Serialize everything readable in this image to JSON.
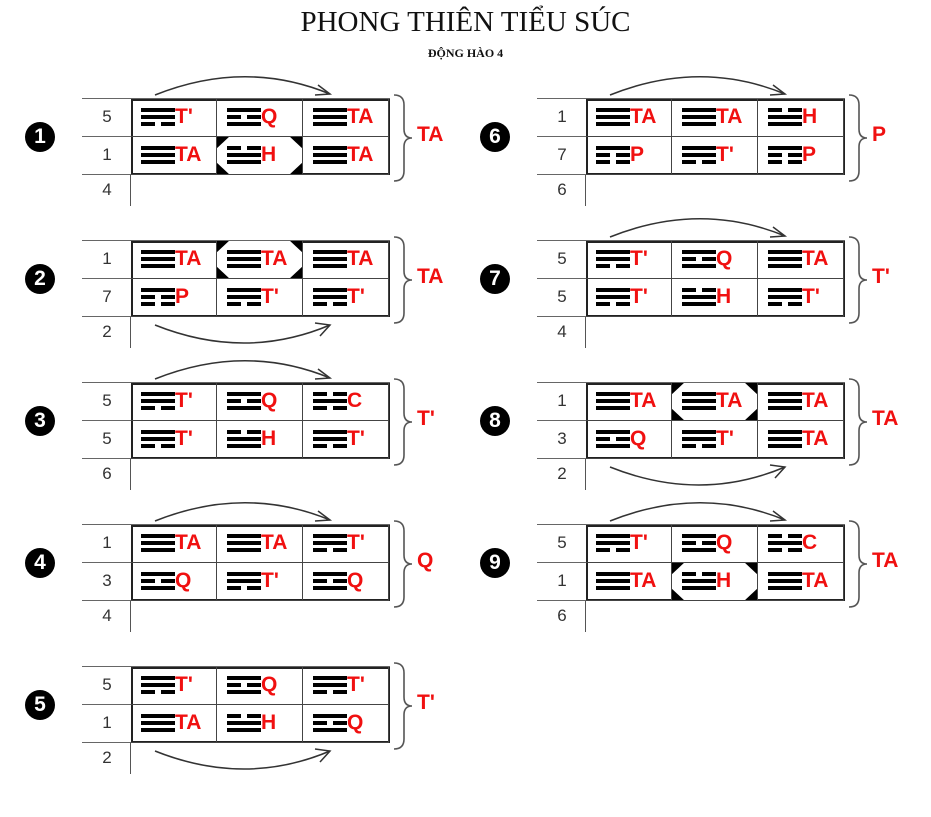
{
  "header": {
    "title": "PHONG THIÊN TIỂU SÚC",
    "subtitle": "ĐỘNG HÀO 4"
  },
  "trigram_lines": {
    "TA": "111",
    "T'": "110",
    "Q": "101",
    "H": "011",
    "C": "010",
    "P": "100"
  },
  "colors": {
    "label": "#f01010",
    "line": "#000000"
  },
  "blocks": [
    {
      "index": "1",
      "numbers": [
        "5",
        "1",
        "4"
      ],
      "top": [
        "T'",
        "Q",
        "TA"
      ],
      "bottom": [
        "TA",
        "H",
        "TA"
      ],
      "result": "TA",
      "highlight": "bottom-1",
      "arrow": "top"
    },
    {
      "index": "2",
      "numbers": [
        "1",
        "7",
        "2"
      ],
      "top": [
        "TA",
        "TA",
        "TA"
      ],
      "bottom": [
        "P",
        "T'",
        "T'"
      ],
      "result": "TA",
      "highlight": "top-1",
      "arrow": "bottom"
    },
    {
      "index": "3",
      "numbers": [
        "5",
        "5",
        "6"
      ],
      "top": [
        "T'",
        "Q",
        "C"
      ],
      "bottom": [
        "T'",
        "H",
        "T'"
      ],
      "result": "T'",
      "highlight": "",
      "arrow": "top"
    },
    {
      "index": "4",
      "numbers": [
        "1",
        "3",
        "4"
      ],
      "top": [
        "TA",
        "TA",
        "T'"
      ],
      "bottom": [
        "Q",
        "T'",
        "Q"
      ],
      "result": "Q",
      "highlight": "",
      "arrow": "top"
    },
    {
      "index": "5",
      "numbers": [
        "5",
        "1",
        "2"
      ],
      "top": [
        "T'",
        "Q",
        "T'"
      ],
      "bottom": [
        "TA",
        "H",
        "Q"
      ],
      "result": "T'",
      "highlight": "",
      "arrow": "bottom"
    },
    {
      "index": "6",
      "numbers": [
        "1",
        "7",
        "6"
      ],
      "top": [
        "TA",
        "TA",
        "H"
      ],
      "bottom": [
        "P",
        "T'",
        "P"
      ],
      "result": "P",
      "highlight": "",
      "arrow": "top"
    },
    {
      "index": "7",
      "numbers": [
        "5",
        "5",
        "4"
      ],
      "top": [
        "T'",
        "Q",
        "TA"
      ],
      "bottom": [
        "T'",
        "H",
        "T'"
      ],
      "result": "T'",
      "highlight": "",
      "arrow": "top"
    },
    {
      "index": "8",
      "numbers": [
        "1",
        "3",
        "2"
      ],
      "top": [
        "TA",
        "TA",
        "TA"
      ],
      "bottom": [
        "Q",
        "T'",
        "TA"
      ],
      "result": "TA",
      "highlight": "top-1",
      "arrow": "bottom"
    },
    {
      "index": "9",
      "numbers": [
        "5",
        "1",
        "6"
      ],
      "top": [
        "T'",
        "Q",
        "C"
      ],
      "bottom": [
        "TA",
        "H",
        "TA"
      ],
      "result": "TA",
      "highlight": "bottom-1",
      "arrow": "top"
    }
  ]
}
